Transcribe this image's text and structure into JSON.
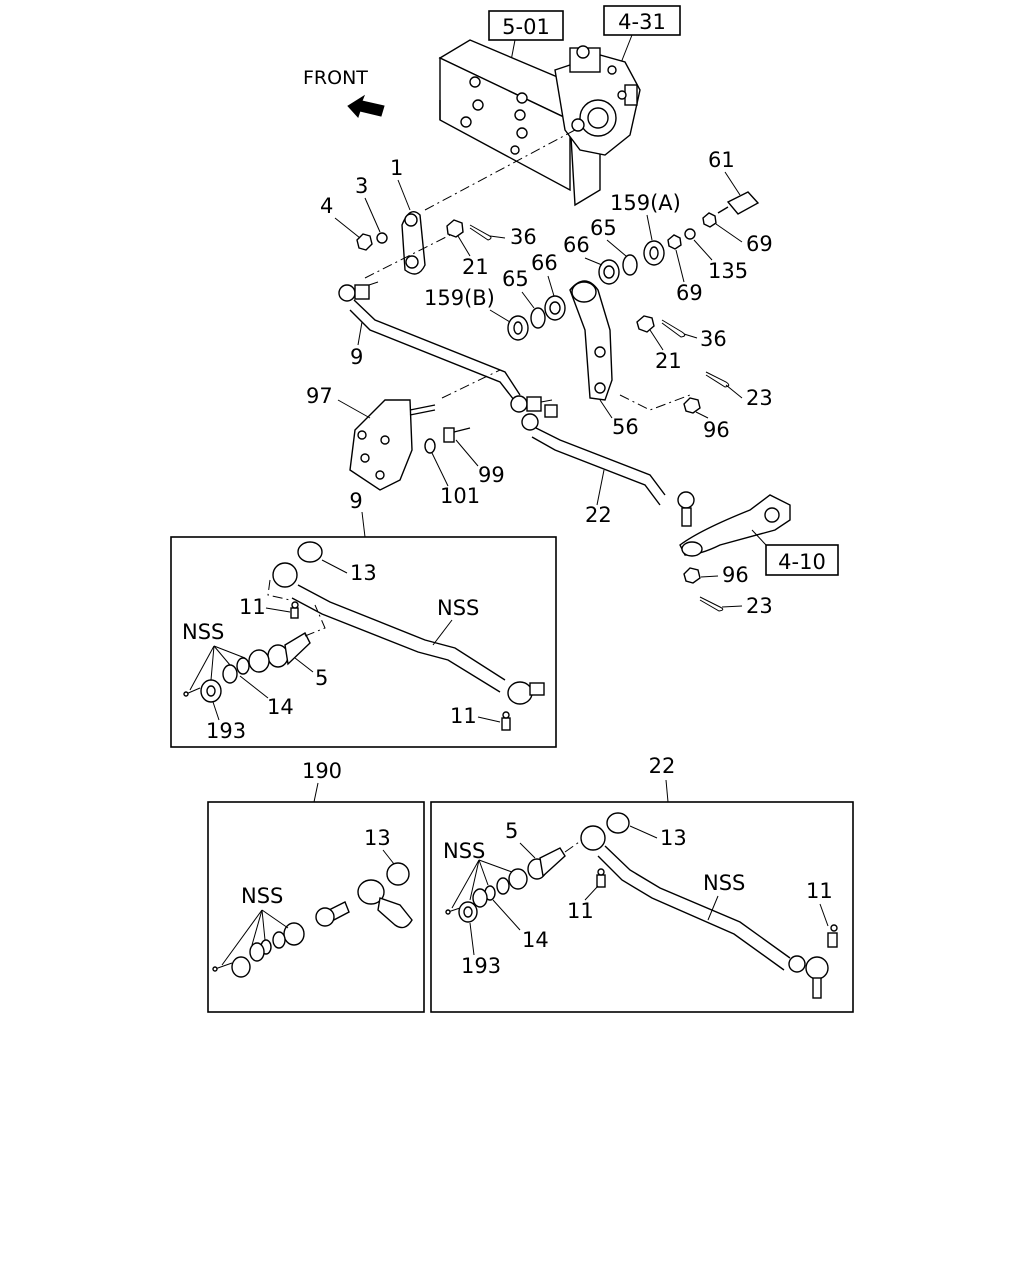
{
  "refs": {
    "ref_501": "5-01",
    "ref_431": "4-31",
    "ref_410": "4-10"
  },
  "front_label": "FRONT",
  "callouts": {
    "c1": "1",
    "c3": "3",
    "c4": "4",
    "c36a": "36",
    "c21a": "21",
    "c61": "61",
    "c159a": "159(A)",
    "c65a": "65",
    "c66a": "66",
    "c69a": "69",
    "c135": "135",
    "c69b": "69",
    "c66b": "66",
    "c65b": "65",
    "c159b": "159(B)",
    "c9": "9",
    "c36b": "36",
    "c21b": "21",
    "c97": "97",
    "c23a": "23",
    "c56": "56",
    "c96a": "96",
    "c99": "99",
    "c101": "101",
    "c22": "22",
    "c96b": "96",
    "c23b": "23"
  },
  "detail_9": {
    "title": "9",
    "labels": {
      "c13": "13",
      "c11a": "11",
      "cnss_a": "NSS",
      "cnss_b": "NSS",
      "c5": "5",
      "c14": "14",
      "c193": "193",
      "c11b": "11"
    }
  },
  "detail_190": {
    "title": "190",
    "labels": {
      "c13": "13",
      "cnss": "NSS"
    }
  },
  "detail_22": {
    "title": "22",
    "labels": {
      "c5": "5",
      "c13": "13",
      "cnss_a": "NSS",
      "cnss_b": "NSS",
      "c11a": "11",
      "c11b": "11",
      "c14": "14",
      "c193": "193"
    }
  }
}
